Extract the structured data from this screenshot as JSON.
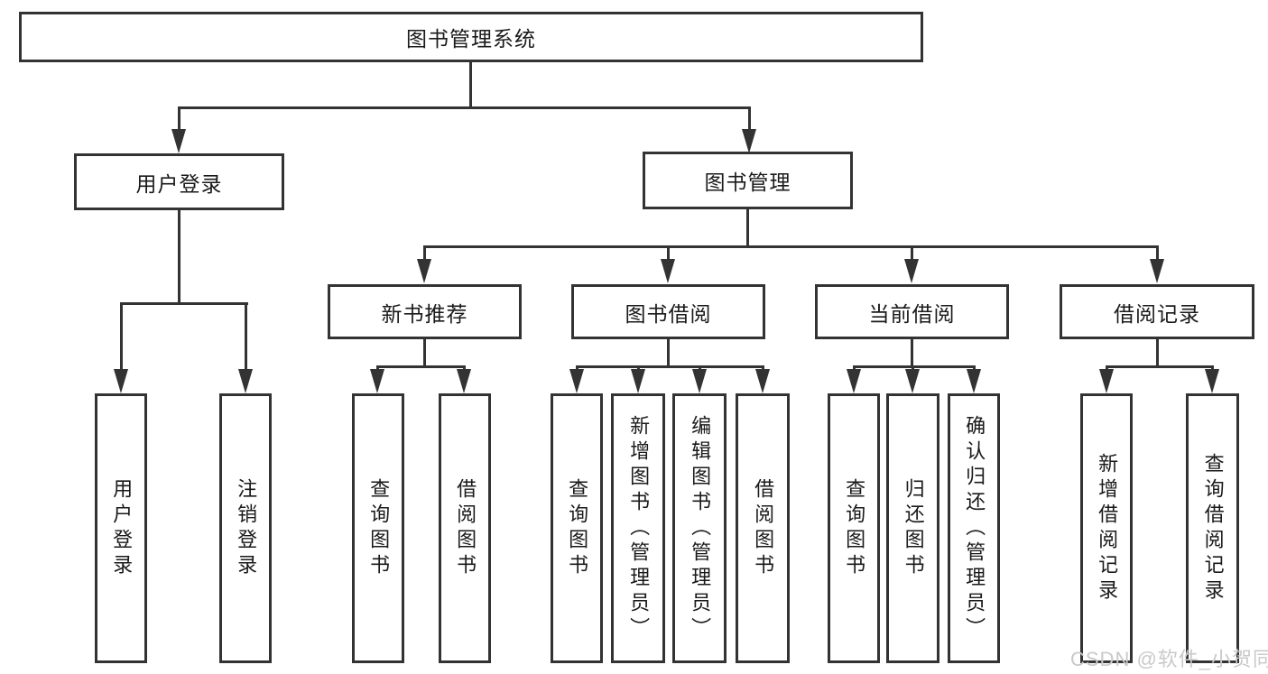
{
  "nodes": {
    "root": {
      "label": "图书管理系统"
    },
    "login": {
      "label": "用户登录"
    },
    "management": {
      "label": "图书管理"
    },
    "recommend": {
      "label": "新书推荐"
    },
    "borrowing": {
      "label": "图书借阅"
    },
    "current": {
      "label": "当前借阅"
    },
    "records": {
      "label": "借阅记录"
    },
    "login_user_login": {
      "label": "用户登录"
    },
    "login_logout": {
      "label": "注销登录"
    },
    "recommend_query_books": {
      "label": "查询图书"
    },
    "recommend_borrow_books": {
      "label": "借阅图书"
    },
    "borrowing_query_books": {
      "label": "查询图书"
    },
    "borrowing_add_books_admin": {
      "label": "新增图书（管理员）"
    },
    "borrowing_edit_books_admin": {
      "label": "编辑图书（管理员）"
    },
    "borrowing_borrow_books": {
      "label": "借阅图书"
    },
    "current_query_books": {
      "label": "查询图书"
    },
    "current_return_books": {
      "label": "归还图书"
    },
    "current_confirm_return_admin": {
      "label": "确认归还（管理员）"
    },
    "records_add_record": {
      "label": "新增借阅记录"
    },
    "records_query_record": {
      "label": "查询借阅记录"
    }
  },
  "watermark": {
    "text": "CSDN @软件_小贺同学"
  },
  "colors": {
    "line": "#333333",
    "text": "#1a1a1a",
    "watermark": "#c9c9c9",
    "background": "#ffffff"
  }
}
